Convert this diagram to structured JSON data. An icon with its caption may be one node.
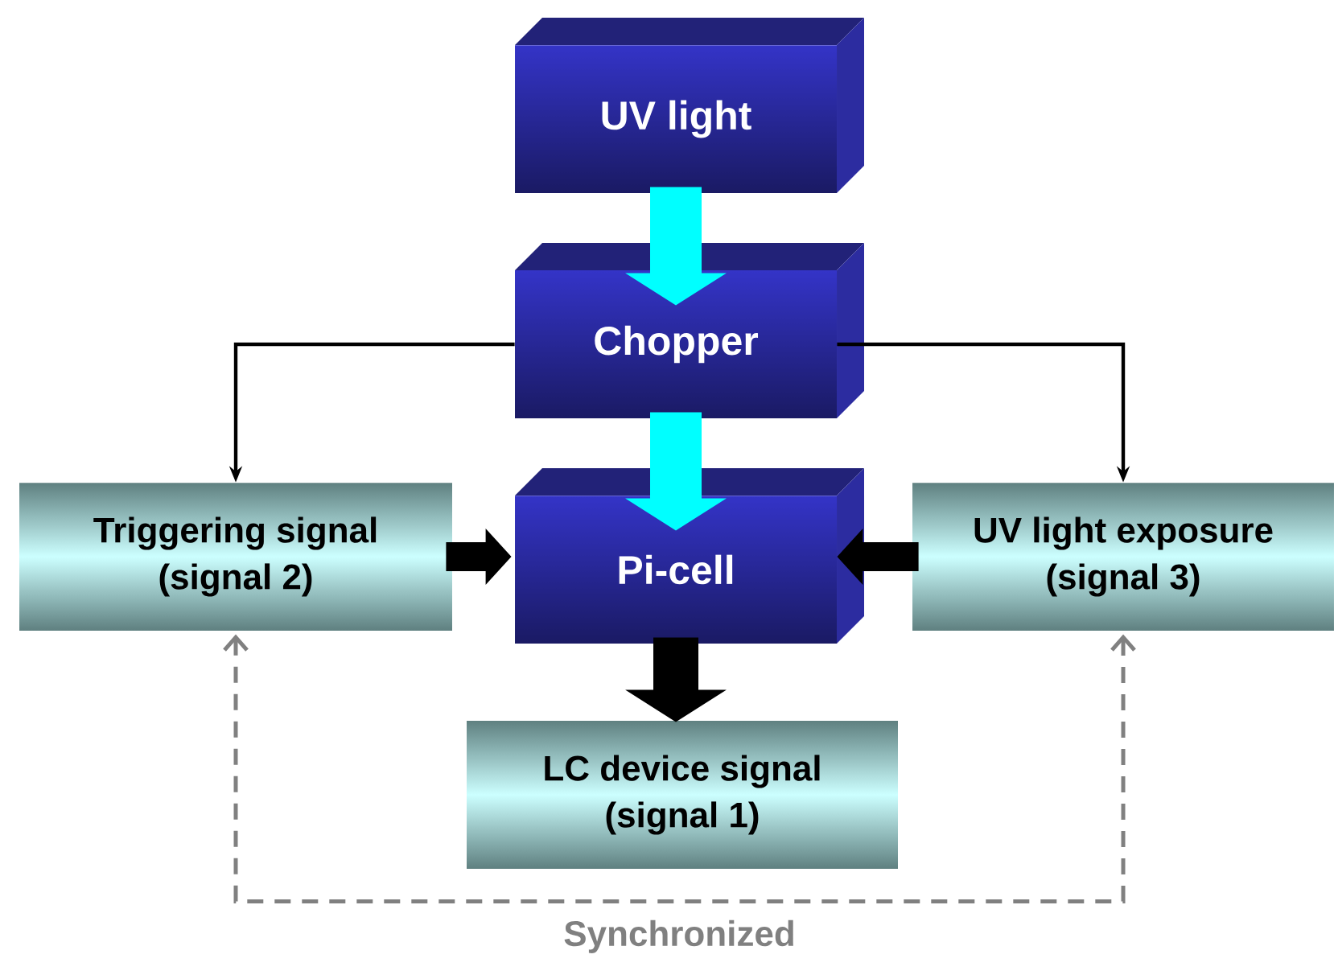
{
  "diagram": {
    "nodes": [
      {
        "text": [
          "UV light"
        ]
      },
      {
        "text": [
          "Chopper"
        ]
      },
      {
        "text": [
          "Triggering signal (signal 2)"
        ]
      },
      {
        "text": [
          "Pi-cell"
        ]
      },
      {
        "text": [
          "UV light exposure (signal 3)"
        ]
      },
      {
        "text": [
          "LC device signal (signal 1)"
        ]
      }
    ],
    "edges": [
      {
        "from": 0,
        "to": 1,
        "arrow": "to",
        "color": "#00ffff"
      },
      {
        "from": 1,
        "to": 3,
        "arrow": "to",
        "color": "#00ffff"
      },
      {
        "from": 1,
        "to": 2,
        "arrow": "to"
      },
      {
        "from": 1,
        "to": 4,
        "arrow": "to"
      },
      {
        "from": 2,
        "to": 3,
        "arrow": "to"
      },
      {
        "from": 4,
        "to": 3,
        "arrow": "to"
      },
      {
        "from": 3,
        "to": 5,
        "arrow": "to"
      },
      {
        "from": 2,
        "to": 4,
        "arrow": "both",
        "style": "dashed",
        "color": "#808080",
        "label": "Synchronized"
      }
    ]
  }
}
